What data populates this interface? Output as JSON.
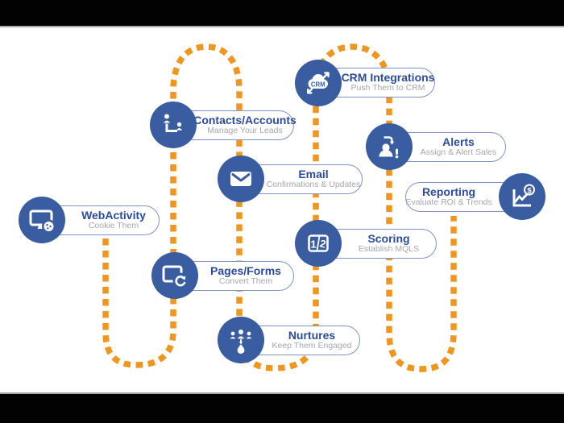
{
  "colors": {
    "node_blue": "#3A5CA0",
    "path_orange": "#F0961E",
    "title_blue": "#2B4C9C",
    "subtitle_gray": "#A5A7AA",
    "pill_border": "#8293C3",
    "letterbox": "#020202"
  },
  "nodes": [
    {
      "id": "web-activity",
      "title": "WebActivity",
      "subtitle": "Cookie Them"
    },
    {
      "id": "contacts-accounts",
      "title": "Contacts/Accounts",
      "subtitle": "Manage Your Leads"
    },
    {
      "id": "email",
      "title": "Email",
      "subtitle": "Confirmations & Updates"
    },
    {
      "id": "pages-forms",
      "title": "Pages/Forms",
      "subtitle": "Convert Them"
    },
    {
      "id": "nurtures",
      "title": "Nurtures",
      "subtitle": "Keep Them Engaged"
    },
    {
      "id": "scoring",
      "title": "Scoring",
      "subtitle": "Establish MQLS",
      "icon_digits": [
        "1",
        "2"
      ]
    },
    {
      "id": "crm-integrations",
      "title": "CRM Integrations",
      "subtitle": "Push Them to CRM",
      "icon_label": "CRM"
    },
    {
      "id": "alerts",
      "title": "Alerts",
      "subtitle": "Assign & Alert Sales"
    },
    {
      "id": "reporting",
      "title": "Reporting",
      "subtitle": "Evaluate ROI & Trends",
      "icon_symbol": "$"
    }
  ]
}
